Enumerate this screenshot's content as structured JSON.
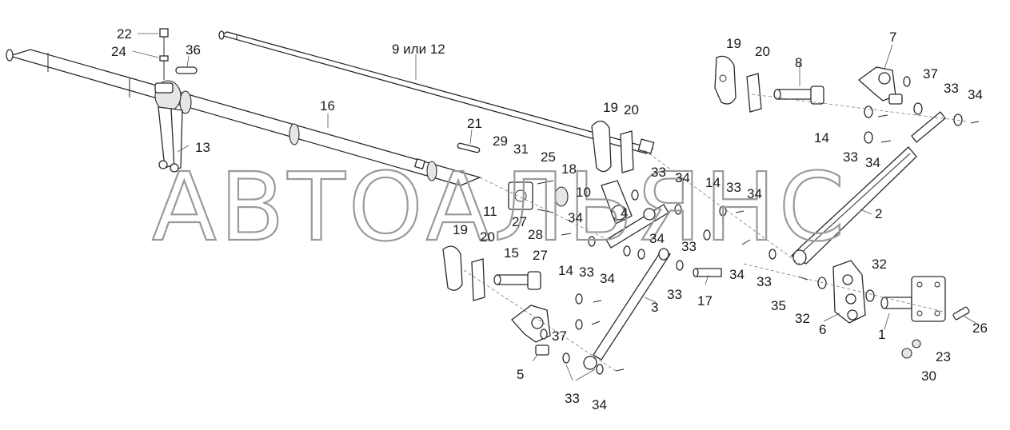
{
  "watermark": "АВТОАЛЬЯНС",
  "callouts": {
    "c22": "22",
    "c24": "24",
    "c36": "36",
    "c9": "9 или 12",
    "c16": "16",
    "c13": "13",
    "c21": "21",
    "c29": "29",
    "c31": "31",
    "c25": "25",
    "c18": "18",
    "c10": "10",
    "c4": "4",
    "c11": "11",
    "c27a": "27",
    "c28": "28",
    "c27b": "27",
    "c19a": "19",
    "c20a": "20",
    "c19b": "19",
    "c20b": "20",
    "c19c": "19",
    "c20c": "20",
    "c8": "8",
    "c7": "7",
    "c37a": "37",
    "c33a": "33",
    "c34a": "34",
    "c14a": "14",
    "c33b": "33",
    "c34b": "34",
    "c33c": "33",
    "c34c": "34",
    "c14b": "14",
    "c33d": "33",
    "c34d": "34",
    "c2": "2",
    "c34e": "34",
    "c15": "15",
    "c14c": "14",
    "c33e": "33",
    "c34f": "34",
    "c3": "3",
    "c33f": "33",
    "c17": "17",
    "c34g": "34",
    "c33g": "33",
    "c32a": "32",
    "c35": "35",
    "c32b": "32",
    "c6": "6",
    "c1": "1",
    "c26": "26",
    "c23": "23",
    "c30": "30",
    "c37b": "37",
    "c5": "5",
    "c33h": "33",
    "c34h": "34"
  }
}
